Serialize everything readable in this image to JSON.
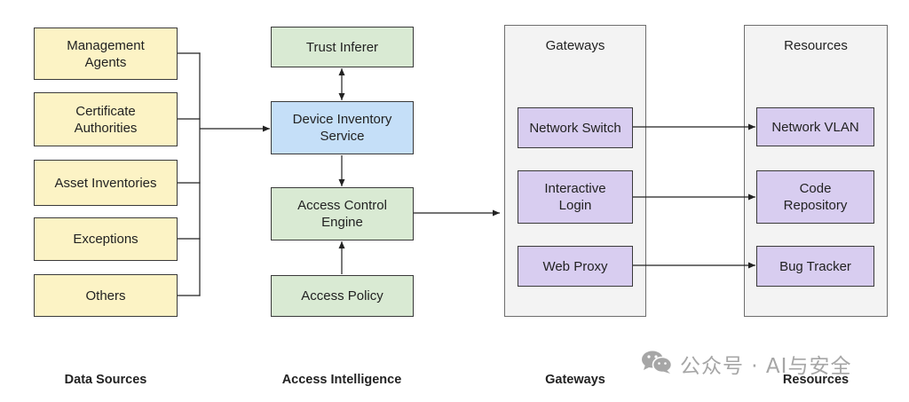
{
  "data_sources": {
    "heading": "Data Sources",
    "items": [
      "Management\nAgents",
      "Certificate\nAuthorities",
      "Asset Inventories",
      "Exceptions",
      "Others"
    ]
  },
  "access_intelligence": {
    "heading": "Access Intelligence",
    "trust_inferer": "Trust Inferer",
    "device_inventory_service": "Device Inventory\nService",
    "access_control_engine": "Access Control\nEngine",
    "access_policy": "Access Policy"
  },
  "gateways": {
    "heading": "Gateways",
    "panel_title": "Gateways",
    "items": [
      "Network Switch",
      "Interactive\nLogin",
      "Web Proxy"
    ]
  },
  "resources": {
    "heading": "Resources",
    "panel_title": "Resources",
    "items": [
      "Network VLAN",
      "Code\nRepository",
      "Bug Tracker"
    ]
  },
  "watermark": {
    "icon": "wechat-icon",
    "text": "公众号 · AI与安全"
  },
  "colors": {
    "source_fill": "#fcf3c5",
    "intel_fill": "#d9ead3",
    "inventory_fill": "#c5dff8",
    "gateway_fill": "#d8cdf0",
    "panel_fill": "#f3f3f3"
  }
}
